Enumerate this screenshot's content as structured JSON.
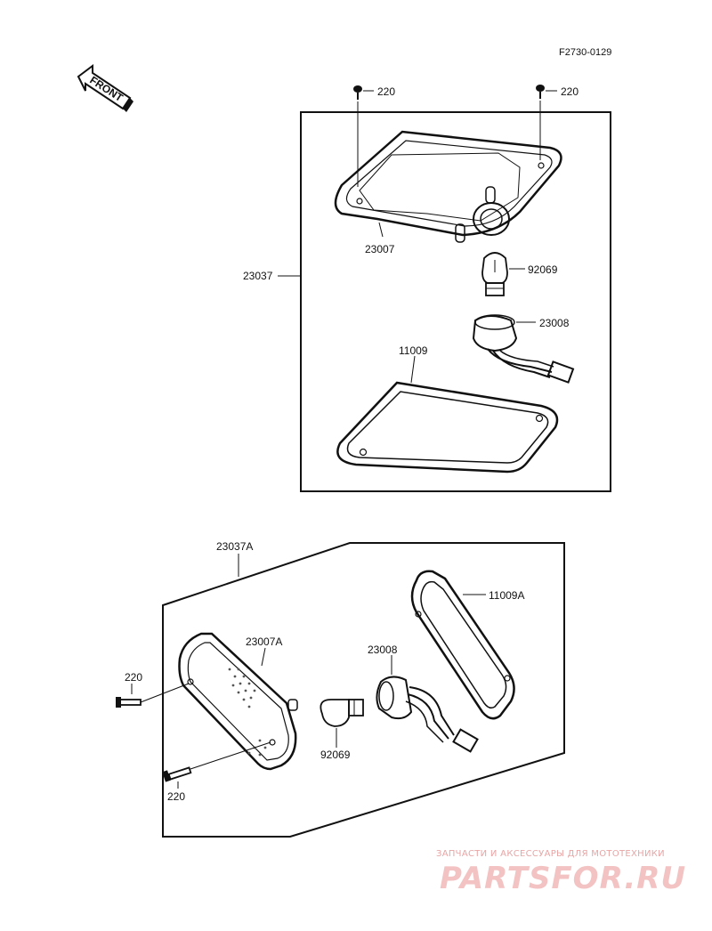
{
  "figure_code": "F2730-0129",
  "front_label": "FRONT",
  "upper_assembly": {
    "assembly_no": "23037",
    "parts": {
      "screw_left": "220",
      "screw_right": "220",
      "lens": "23007",
      "bulb": "92069",
      "socket": "23008",
      "gasket": "11009"
    }
  },
  "lower_assembly": {
    "assembly_no": "23037A",
    "parts": {
      "lens": "23007A",
      "gasket": "11009A",
      "socket": "23008",
      "bulb": "92069",
      "screw_top": "220",
      "screw_bottom": "220"
    }
  },
  "watermark": {
    "caption": "ЗАПЧАСТИ И АКСЕССУАРЫ ДЛЯ МОТОТЕХНИКИ",
    "brand": "PARTSFOR.RU"
  }
}
